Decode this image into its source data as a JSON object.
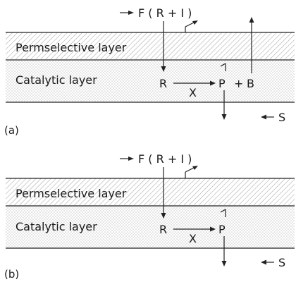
{
  "colors": {
    "permselective_hatch": "#a8a8a8",
    "catalytic_dots": "#c4c4c4",
    "line": "#222222"
  },
  "panels": [
    {
      "id": "a",
      "panel_label": "(a)",
      "feed_label": "F ( R + I )",
      "permselective_label": "Permselective layer",
      "catalytic_label": "Catalytic layer",
      "reactant": "R",
      "product": "P",
      "plus": "+",
      "byproduct": "B",
      "conversion": "X",
      "sweep": "S"
    },
    {
      "id": "b",
      "panel_label": "(b)",
      "feed_label": "F ( R + I )",
      "permselective_label": "Permselective layer",
      "catalytic_label": "Catalytic layer",
      "reactant": "R",
      "product": "P",
      "conversion": "X",
      "sweep": "S"
    }
  ]
}
